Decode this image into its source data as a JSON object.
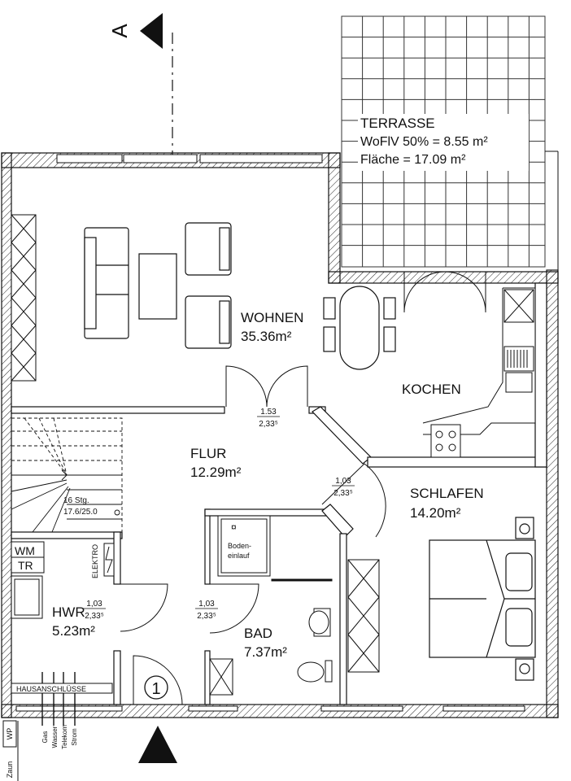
{
  "section_marker": {
    "letter": "A"
  },
  "entrance_marker": {
    "number": "1"
  },
  "rooms": {
    "terrasse": {
      "name": "TERRASSE",
      "line1": "WoFlV 50% = 8.55 m²",
      "line2": "Fläche = 17.09 m²"
    },
    "wohnen": {
      "name": "WOHNEN",
      "area": "35.36m²"
    },
    "kochen": {
      "name": "KOCHEN"
    },
    "flur": {
      "name": "FLUR",
      "area": "12.29m²"
    },
    "schlafen": {
      "name": "SCHLAFEN",
      "area": "14.20m²"
    },
    "hwr": {
      "name": "HWR",
      "area": "5.23m²"
    },
    "bad": {
      "name": "BAD",
      "area": "7.37m²"
    }
  },
  "doors": {
    "wohnen_flur": {
      "width": "1.53",
      "height": "2,33⁵"
    },
    "schlafen": {
      "width": "1,03",
      "height": "2,33⁵"
    },
    "hwr": {
      "width": "1,03",
      "height": "2,33⁵"
    },
    "bad": {
      "width": "1,03",
      "height": "2,33⁵"
    }
  },
  "stairs": {
    "line1": "16 Stg.",
    "line2": "17.6/25.0"
  },
  "labels": {
    "wm": "WM",
    "tr": "TR",
    "elektro": "ELEKTRO",
    "bodeneinlauf_1": "Boden-",
    "bodeneinlauf_2": "einlauf",
    "hausanschluesse": "HAUSANSCHLÜSSE",
    "wp": "WP",
    "zaun": "Zaun",
    "utility_1": "Gas",
    "utility_2": "Wasser",
    "utility_3": "Telekom",
    "utility_4": "Strom"
  }
}
